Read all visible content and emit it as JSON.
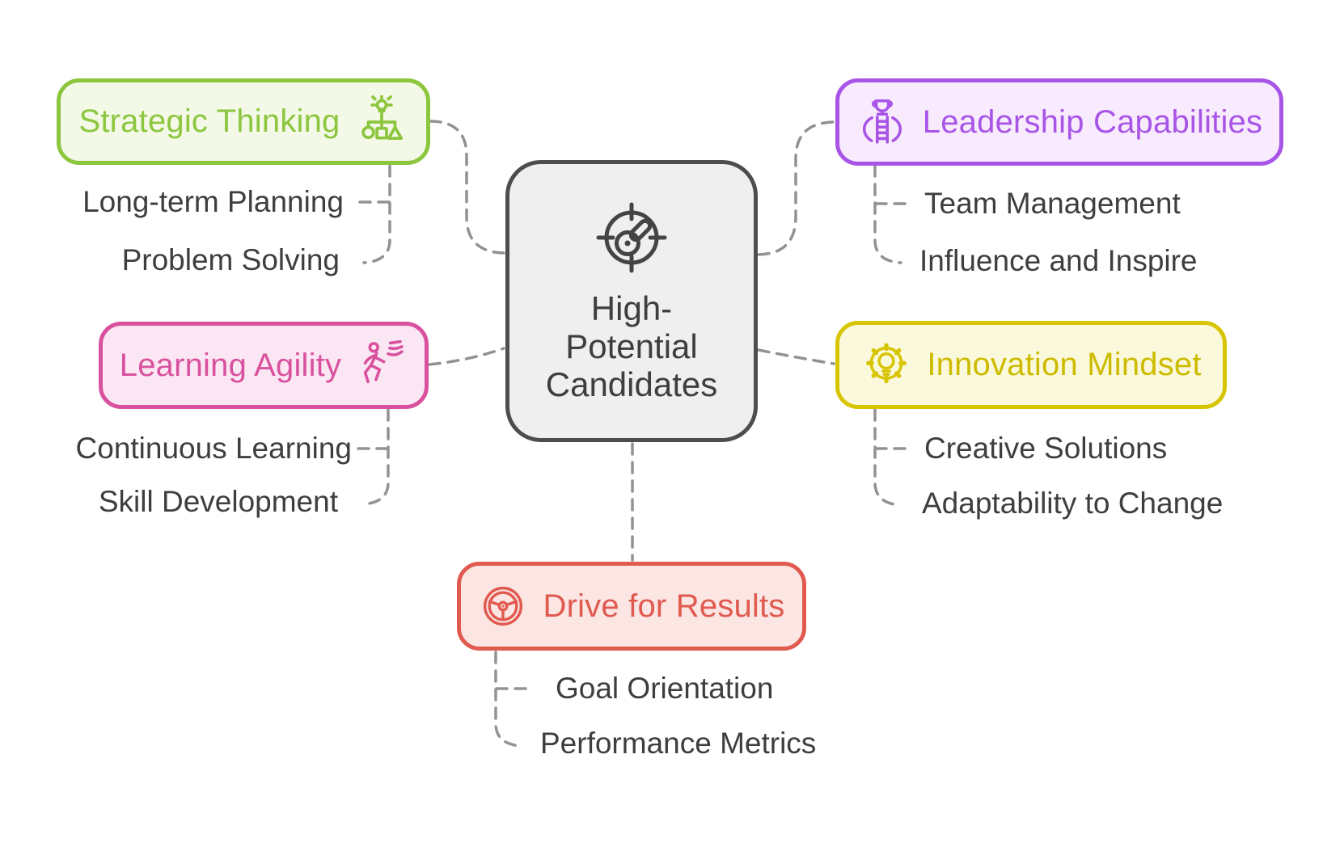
{
  "center": {
    "label": "High-Potential Candidates",
    "lines": [
      "High-",
      "Potential",
      "Candidates"
    ],
    "icon": "target-compass-icon",
    "border_color": "#4D4D4D",
    "fill_color": "#EFEFEF",
    "text_color": "#3E3E3E"
  },
  "connector_color": "#929292",
  "leaf_text_color": "#3E3E3E",
  "branches": [
    {
      "id": "strategic-thinking",
      "label": "Strategic Thinking",
      "icon": "decision-tree-lightbulb-icon",
      "border_color": "#8CC63E",
      "fill_color": "#F3F9E6",
      "text_color": "#8CC63E",
      "children": [
        "Long-term Planning",
        "Problem Solving"
      ]
    },
    {
      "id": "leadership-capabilities",
      "label": "Leadership Capabilities",
      "icon": "trophy-ladder-icon",
      "border_color": "#A854E6",
      "fill_color": "#F8EBFD",
      "text_color": "#A854E6",
      "children": [
        "Team Management",
        "Influence and Inspire"
      ]
    },
    {
      "id": "learning-agility",
      "label": "Learning Agility",
      "icon": "runner-motion-icon",
      "border_color": "#D9519E",
      "fill_color": "#FBE7F3",
      "text_color": "#D9519E",
      "children": [
        "Continuous Learning",
        "Skill Development"
      ]
    },
    {
      "id": "innovation-mindset",
      "label": "Innovation Mindset",
      "icon": "gear-lightbulb-icon",
      "border_color": "#D7C503",
      "fill_color": "#FBF9DB",
      "text_color": "#CDBB00",
      "children": [
        "Creative Solutions",
        "Adaptability to Change"
      ]
    },
    {
      "id": "drive-for-results",
      "label": "Drive for Results",
      "icon": "steering-wheel-icon",
      "border_color": "#E05A50",
      "fill_color": "#FBE6E3",
      "text_color": "#E05A50",
      "children": [
        "Goal Orientation",
        "Performance Metrics"
      ]
    }
  ]
}
